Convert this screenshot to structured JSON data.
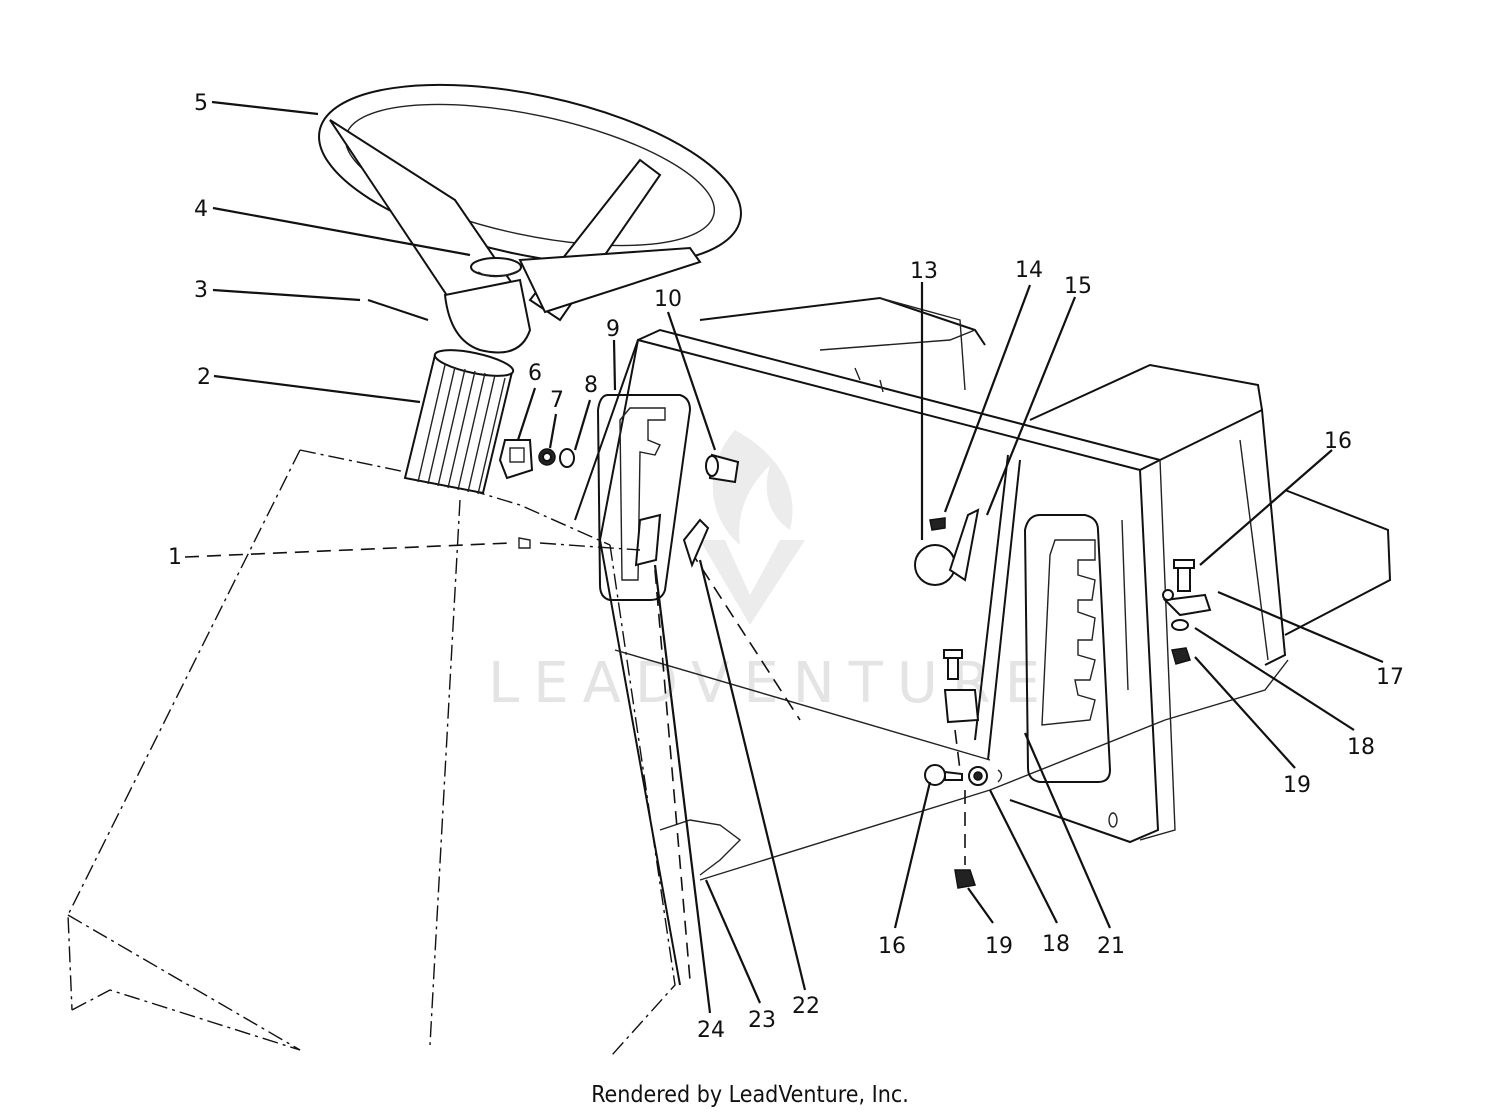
{
  "diagram": {
    "labels": [
      "1",
      "2",
      "3",
      "4",
      "5",
      "6",
      "7",
      "8",
      "9",
      "10",
      "13",
      "14",
      "15",
      "16",
      "17",
      "18",
      "19",
      "16",
      "19",
      "18",
      "21",
      "22",
      "23",
      "24"
    ],
    "watermark": "LEADVENTURE",
    "footer": "Rendered by LeadVenture, Inc."
  }
}
